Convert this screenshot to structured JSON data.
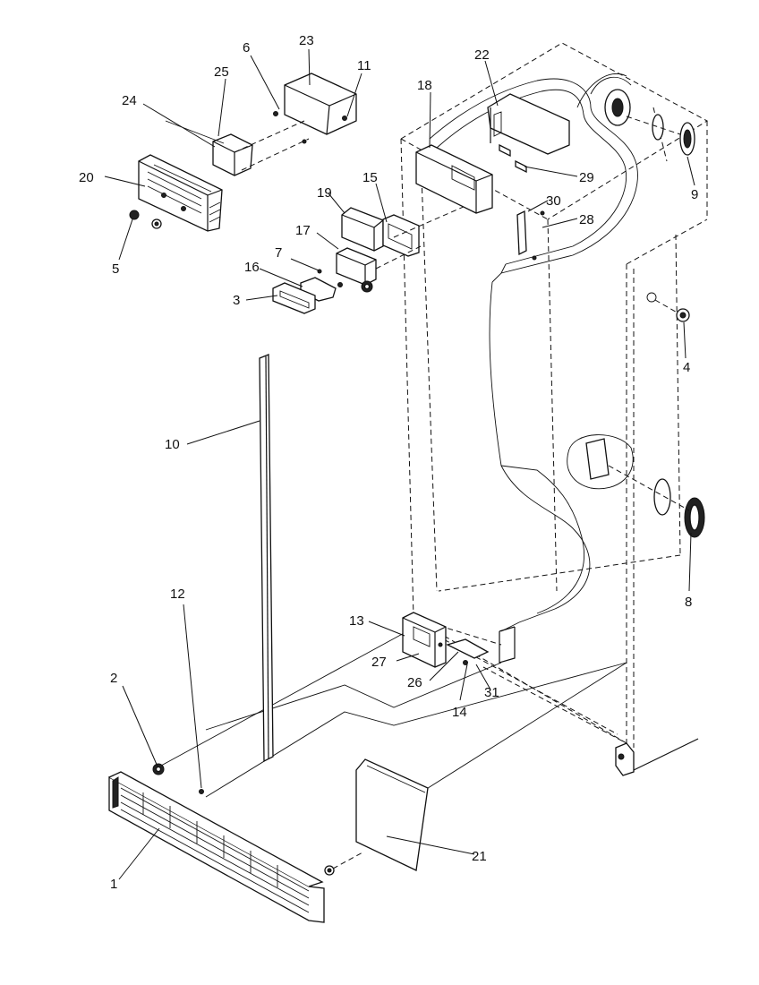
{
  "diagram": {
    "labels": {
      "p1": "1",
      "p2": "2",
      "p3": "3",
      "p4": "4",
      "p5": "5",
      "p6": "6",
      "p7": "7",
      "p8": "8",
      "p9": "9",
      "p10": "10",
      "p11": "11",
      "p12": "12",
      "p13": "13",
      "p14": "14",
      "p15": "15",
      "p16": "16",
      "p17": "17",
      "p18": "18",
      "p19": "19",
      "p20": "20",
      "p21": "21",
      "p22": "22",
      "p23": "23",
      "p24": "24",
      "p25": "25",
      "p26": "26",
      "p27": "27",
      "p28": "28",
      "p29": "29",
      "p30": "30",
      "p31": "31"
    }
  }
}
